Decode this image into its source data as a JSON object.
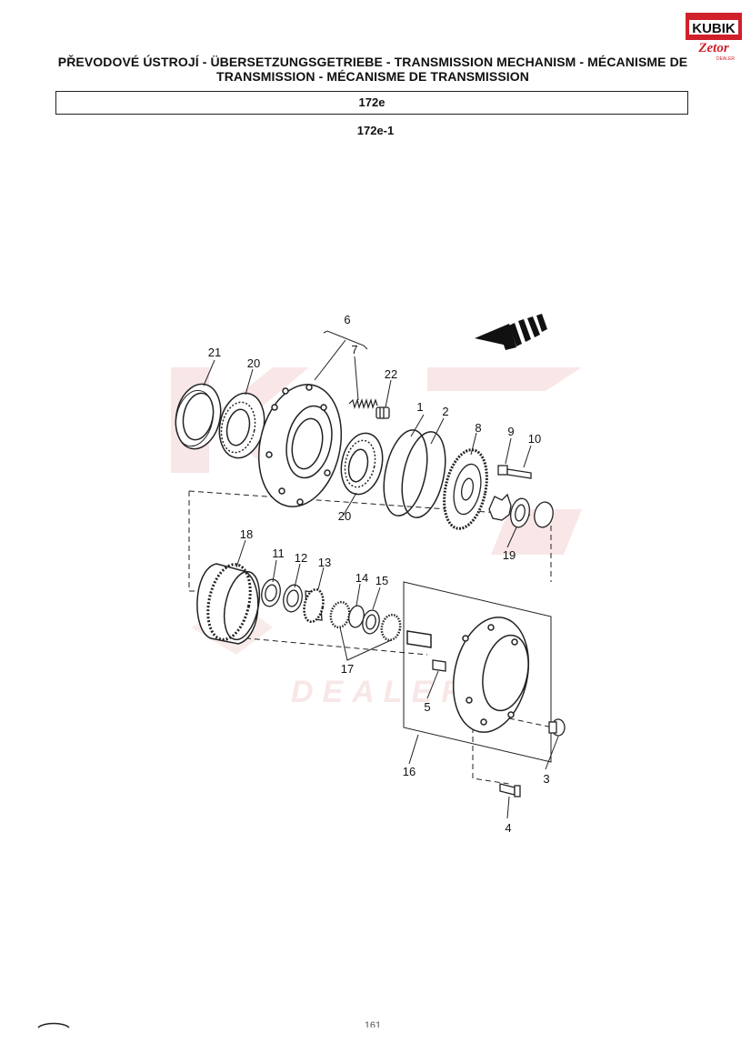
{
  "header": {
    "title_line1": "PŘEVODOVÉ ÚSTROJÍ - ÜBERSETZUNGSGETRIEBE - TRANSMISSION MECHANISM - MÉCANISME DE",
    "title_line2": "TRANSMISSION - MÉCANISME DE TRANSMISSION",
    "code": "172e",
    "subcode": "172e-1"
  },
  "logo": {
    "brand_top": "KUBIK",
    "brand_bottom": "Zetor",
    "tag": "DEALER"
  },
  "watermark": {
    "text": "DEALER"
  },
  "diagram": {
    "callouts": [
      "1",
      "2",
      "3",
      "4",
      "5",
      "6",
      "7",
      "8",
      "9",
      "10",
      "11",
      "12",
      "13",
      "14",
      "15",
      "16",
      "17",
      "18",
      "19",
      "20",
      "20",
      "21",
      "22"
    ]
  },
  "footer": {
    "page": "161"
  },
  "colors": {
    "logo_red": "#d0202a",
    "watermark": "#f4d4d4",
    "line": "#222222"
  }
}
